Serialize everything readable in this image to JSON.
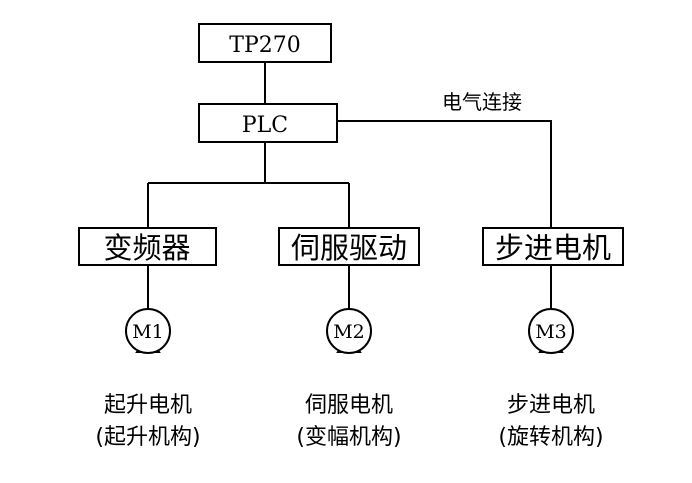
{
  "top_box": {
    "label": "TP270"
  },
  "plc_box": {
    "label": "PLC"
  },
  "connection_label": "电气连接",
  "drivers": [
    {
      "label": "变频器"
    },
    {
      "label": "伺服驱动"
    },
    {
      "label": "步进电机"
    }
  ],
  "motors": [
    {
      "symbol": "M1",
      "name": "起升电机",
      "mechanism": "(起升机构)"
    },
    {
      "symbol": "M2",
      "name": "伺服电机",
      "mechanism": "(变幅机构)"
    },
    {
      "symbol": "M3",
      "name": "步进电机",
      "mechanism": "(旋转机构)"
    }
  ]
}
